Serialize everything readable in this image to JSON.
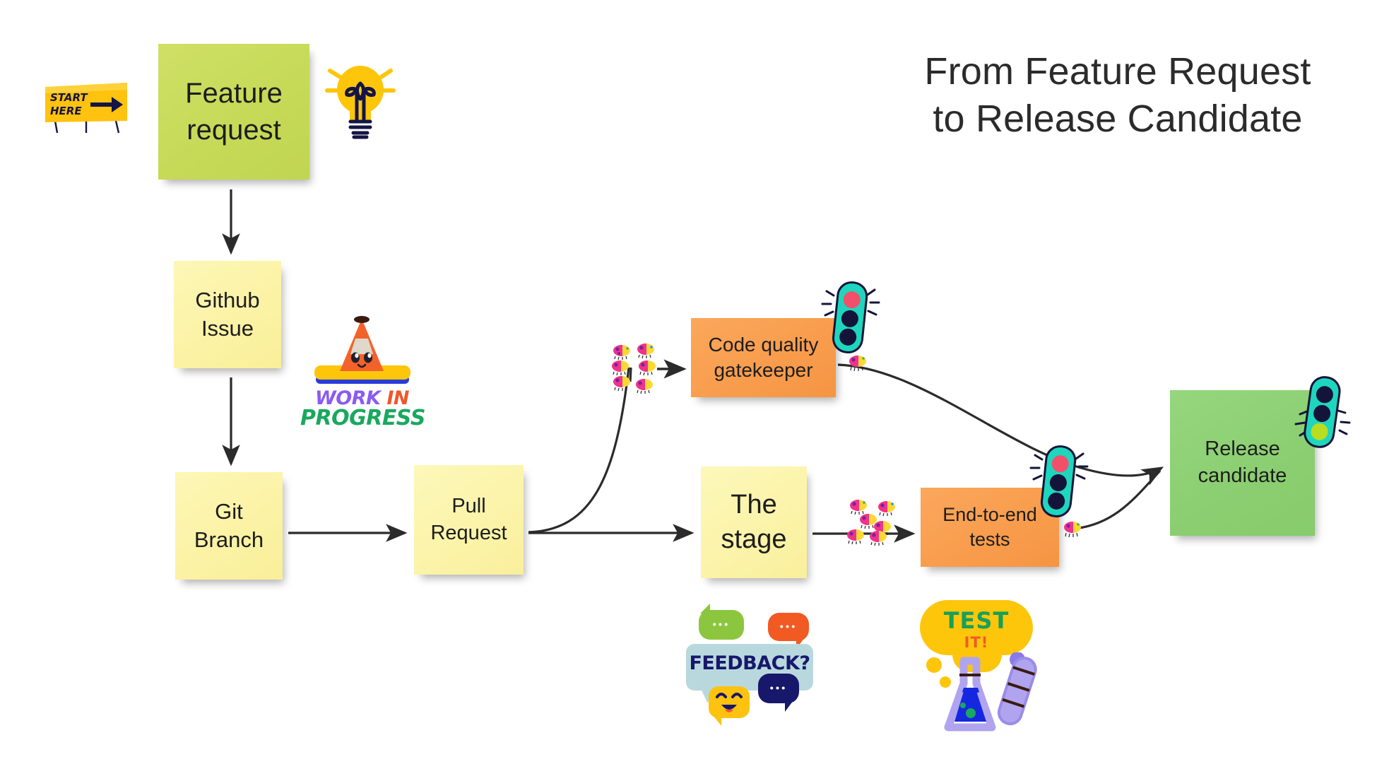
{
  "title": {
    "line1": "From Feature Request",
    "line2": "to Release Candidate"
  },
  "nodes": {
    "feature_request": "Feature request",
    "github_issue": "Github Issue",
    "git_branch": "Git Branch",
    "pull_request": "Pull Request",
    "the_stage": "The stage",
    "code_quality": "Code quality gatekeeper",
    "e2e_tests": "End-to-end tests",
    "release_candidate": "Release candidate"
  },
  "node_lines": {
    "feature_request": [
      "Feature",
      "request"
    ],
    "github_issue": [
      "Github",
      "Issue"
    ],
    "git_branch": [
      "Git",
      "Branch"
    ],
    "pull_request": [
      "Pull",
      "Request"
    ],
    "the_stage": [
      "The",
      "stage"
    ],
    "code_quality": [
      "Code quality",
      "gatekeeper"
    ],
    "e2e_tests": [
      "End-to-end",
      "tests"
    ],
    "release_candidate": [
      "Release",
      "candidate"
    ]
  },
  "stickers": {
    "start_here": {
      "line1": "START",
      "line2": "HERE",
      "arrow": "→"
    },
    "work_in_progress": {
      "word1": "WORK",
      "word2": "IN",
      "word3": "PROGRESS"
    },
    "feedback": {
      "label": "FEEDBACK?",
      "dots": "•••"
    },
    "test_it": {
      "line1": "TEST",
      "line2": "IT!"
    },
    "lightbulb": "idea-lightbulb"
  },
  "traffic_lights": [
    {
      "id": "code-quality-light",
      "lit": "red"
    },
    {
      "id": "e2e-tests-light",
      "lit": "red"
    },
    {
      "id": "release-candidate-light",
      "lit": "green"
    }
  ],
  "colors": {
    "note_green_light": "#c6da58",
    "note_yellow": "#fbf2a4",
    "note_orange": "#f89c4c",
    "note_green": "#8ccf72",
    "arrow": "#2b2b2b",
    "traffic_body": "#1ed6bd",
    "traffic_red": "#f2506a",
    "traffic_green": "#b8dd21",
    "traffic_dark": "#14143a",
    "sign_yellow": "#ffc20e",
    "sign_navy": "#141446"
  },
  "flow_edges": [
    {
      "from": "feature_request",
      "to": "github_issue"
    },
    {
      "from": "github_issue",
      "to": "git_branch"
    },
    {
      "from": "git_branch",
      "to": "pull_request"
    },
    {
      "from": "pull_request",
      "to": "code_quality"
    },
    {
      "from": "pull_request",
      "to": "the_stage"
    },
    {
      "from": "the_stage",
      "to": "e2e_tests"
    },
    {
      "from": "code_quality",
      "to": "release_candidate"
    },
    {
      "from": "e2e_tests",
      "to": "release_candidate"
    }
  ]
}
